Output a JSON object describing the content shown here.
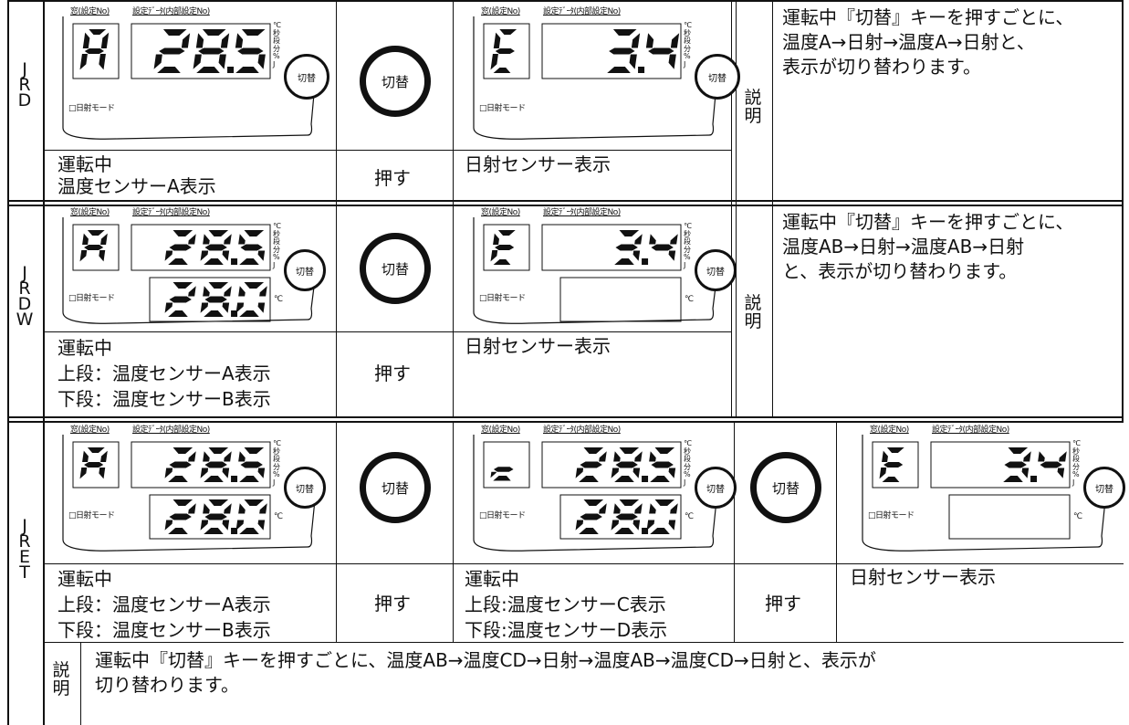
{
  "models": {
    "jrd": "J\nR\nD",
    "jrdw": "J\nR\nD\nW",
    "jret": "J\nR\nE\nT"
  },
  "panel": {
    "header_window": "窓(設定No)",
    "header_data": "設定ﾃﾞｰﾀ(内部設定No)",
    "units_vertical": "℃\n秒\n段\n分\n%\nJ",
    "unit_c": "℃",
    "mode_label": "□日射モード",
    "switch_label": "切替"
  },
  "displays": {
    "a_char": "A",
    "c_char": "c",
    "e_char": "E",
    "temp_upper": "28.5",
    "temp_lower": "28.0",
    "solar_value": "3.4"
  },
  "common": {
    "button_label": "切替",
    "push": "押す",
    "explain": "説\n明"
  },
  "jrd": {
    "left_caption": "運転中\n温度センサーA表示",
    "right_caption": "日射センサー表示",
    "description": "運転中『切替』キーを押すごとに、\n温度A→日射→温度A→日射と、\n表示が切り替わります。"
  },
  "jrdw": {
    "left_caption": "運転中\n上段：温度センサーA表示\n下段：温度センサーB表示",
    "right_caption": "日射センサー表示",
    "description": "運転中『切替』キーを押すごとに、\n温度AB→日射→温度AB→日射\nと、表示が切り替わります。"
  },
  "jret": {
    "caption1": "運転中\n上段：温度センサーA表示\n下段：温度センサーB表示",
    "caption2": "運転中\n上段:温度センサーC表示\n下段:温度センサーD表示",
    "caption3": "日射センサー表示",
    "description": "運転中『切替』キーを押すごとに、温度AB→温度CD→日射→温度AB→温度CD→日射と、表示が\n切り替わります。"
  }
}
